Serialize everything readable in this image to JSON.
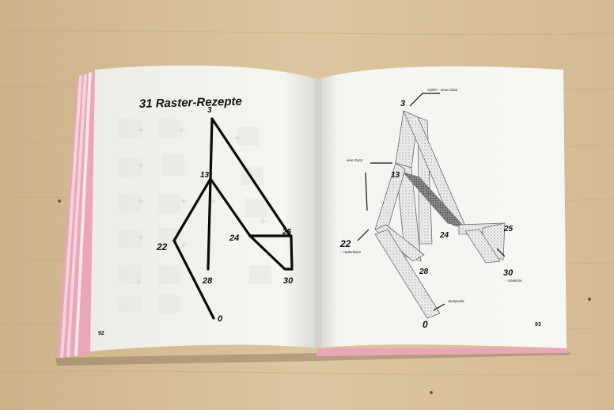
{
  "left_page": {
    "title": "31 Raster-Rezepte",
    "page_number": "92",
    "nodes": [
      {
        "label": "3"
      },
      {
        "label": "13"
      },
      {
        "label": "22"
      },
      {
        "label": "24"
      },
      {
        "label": "25"
      },
      {
        "label": "28"
      },
      {
        "label": "30"
      },
      {
        "label": "0"
      }
    ]
  },
  "right_page": {
    "page_number": "93",
    "nodes": [
      {
        "label": "3"
      },
      {
        "label": "13"
      },
      {
        "label": "22"
      },
      {
        "label": "24"
      },
      {
        "label": "25"
      },
      {
        "label": "28"
      },
      {
        "label": "30"
      },
      {
        "label": "0"
      }
    ],
    "annotations": [
      {
        "text": "Gipfel – neue Zutat"
      },
      {
        "text": "eine Zutat"
      },
      {
        "text": "– Halterlinien"
      },
      {
        "text": "– Gewürze"
      },
      {
        "text": "Startpunkt"
      }
    ]
  },
  "colors": {
    "wood": "#d9c29e",
    "paper": "#f7f6f2",
    "ink": "#111111",
    "page_edge_pink": "#e8a6b8"
  }
}
